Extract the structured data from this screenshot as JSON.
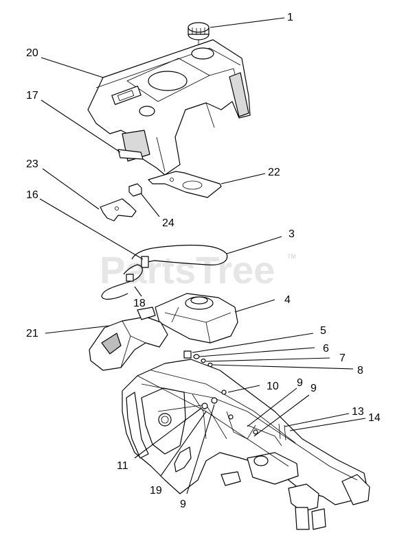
{
  "watermark": {
    "text": "PartsTree",
    "trademark": "TM"
  },
  "callouts": [
    {
      "id": "c1",
      "label": "1"
    },
    {
      "id": "c20",
      "label": "20"
    },
    {
      "id": "c17",
      "label": "17"
    },
    {
      "id": "c23",
      "label": "23"
    },
    {
      "id": "c22",
      "label": "22"
    },
    {
      "id": "c16",
      "label": "16"
    },
    {
      "id": "c24",
      "label": "24"
    },
    {
      "id": "c3",
      "label": "3"
    },
    {
      "id": "c18",
      "label": "18"
    },
    {
      "id": "c4",
      "label": "4"
    },
    {
      "id": "c21",
      "label": "21"
    },
    {
      "id": "c5",
      "label": "5"
    },
    {
      "id": "c6",
      "label": "6"
    },
    {
      "id": "c7",
      "label": "7"
    },
    {
      "id": "c8",
      "label": "8"
    },
    {
      "id": "c10",
      "label": "10"
    },
    {
      "id": "c9a",
      "label": "9"
    },
    {
      "id": "c9b",
      "label": "9"
    },
    {
      "id": "c13",
      "label": "13"
    },
    {
      "id": "c14",
      "label": "14"
    },
    {
      "id": "c11",
      "label": "11"
    },
    {
      "id": "c19",
      "label": "19"
    },
    {
      "id": "c9c",
      "label": "9"
    }
  ]
}
